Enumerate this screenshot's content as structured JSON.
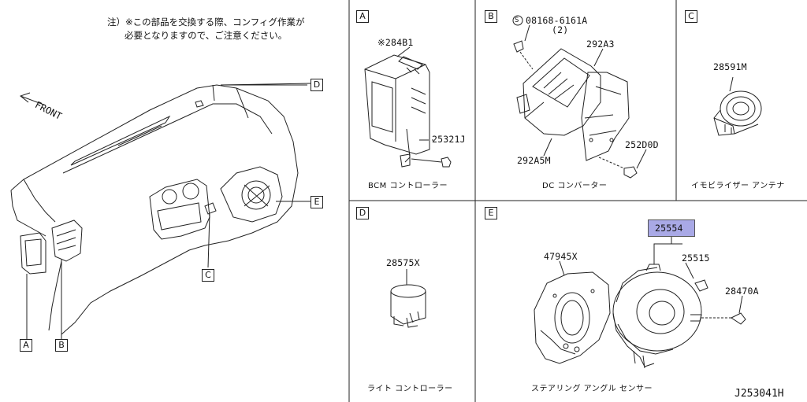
{
  "note": {
    "line1": "注）※この部品を交換する際、コンフィグ作業が",
    "line2": "必要となりますので、ご注意ください。"
  },
  "overview": {
    "front_label": "FRONT",
    "callouts": [
      "A",
      "B",
      "C",
      "D",
      "E"
    ]
  },
  "panels": {
    "A": {
      "tag": "A",
      "parts": [
        "※284B1",
        "25321J"
      ],
      "caption": "BCM コントローラー"
    },
    "B": {
      "tag": "B",
      "parts": [
        "08168-6161A",
        "(2)",
        "292A3",
        "292A5M",
        "252D0D"
      ],
      "screw_symbol": "S",
      "caption": "DC コンバーター"
    },
    "C": {
      "tag": "C",
      "parts": [
        "28591M"
      ],
      "caption": "イモビライザー アンテナ"
    },
    "D": {
      "tag": "D",
      "parts": [
        "28575X"
      ],
      "caption": "ライト コントローラー"
    },
    "E": {
      "tag": "E",
      "parts": [
        "25554",
        "47945X",
        "25515",
        "28470A"
      ],
      "highlighted_part": "25554",
      "caption": "ステアリング アングル センサー"
    }
  },
  "drawing_number": "J253041H",
  "colors": {
    "line": "#222222",
    "highlight": "#a9a9e6",
    "background": "#ffffff"
  }
}
